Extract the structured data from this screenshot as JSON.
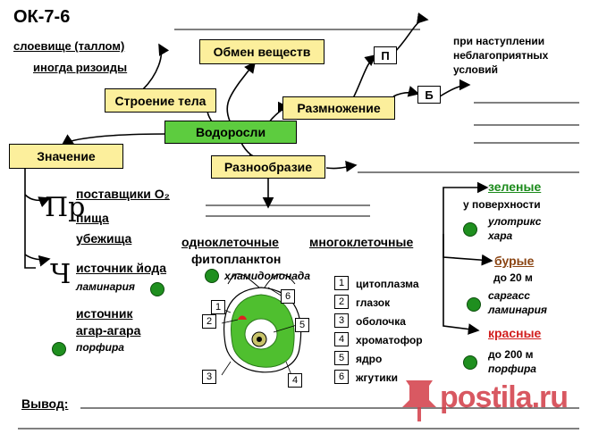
{
  "header": {
    "title": "ОК-7-6"
  },
  "left_notes": {
    "thallus": "слоевище (таллом)",
    "rhizoids": "иногда ризоиды"
  },
  "boxes": {
    "center": "Водоросли",
    "structure": "Строение тела",
    "metabolism": "Обмен веществ",
    "reproduction": "Размножение",
    "significance": "Значение",
    "diversity": "Разнообразие",
    "p_letter": "П",
    "b_letter": "Б"
  },
  "reproduction_note": [
    "при наступлении",
    "неблагоприятных",
    "условий"
  ],
  "significance": {
    "side_letter_1": "Пр",
    "side_letter_2": "Ч",
    "items": [
      "поставщики O₂",
      "пища",
      "убежища"
    ],
    "iodine": {
      "title": "источник йода",
      "example": "ламинария"
    },
    "agar": {
      "title_1": "источник",
      "title_2": "агар-агара",
      "example": "порфира"
    }
  },
  "diversity": {
    "unicellular": "одноклеточные",
    "multicellular": "многоклеточные",
    "phytoplankton": "фитопланктон",
    "chlamydomonas": "хламидомонада",
    "parts": [
      {
        "n": "1",
        "label": "цитоплазма"
      },
      {
        "n": "2",
        "label": "глазок"
      },
      {
        "n": "3",
        "label": "оболочка"
      },
      {
        "n": "4",
        "label": "хроматофор"
      },
      {
        "n": "5",
        "label": "ядро"
      },
      {
        "n": "6",
        "label": "жгутики"
      }
    ]
  },
  "groups": {
    "green": {
      "title": "зеленые",
      "depth": "у поверхности",
      "examples": [
        "улотрикс",
        "хара"
      ],
      "color": "#1a8a1a"
    },
    "brown": {
      "title": "бурые",
      "depth": "до 20 м",
      "examples": [
        "саргасс",
        "ламинария"
      ],
      "color": "#8b4513"
    },
    "red": {
      "title": "красные",
      "depth": "до 200 м",
      "examples": [
        "порфира"
      ],
      "color": "#d21e1e"
    }
  },
  "conclusion": "Вывод:",
  "watermark": "postila.ru",
  "colors": {
    "yellow_box": "#fcef9c",
    "green_box": "#5dcc3f",
    "dot": "#1f8f1f",
    "watermark": "#d23c46"
  }
}
